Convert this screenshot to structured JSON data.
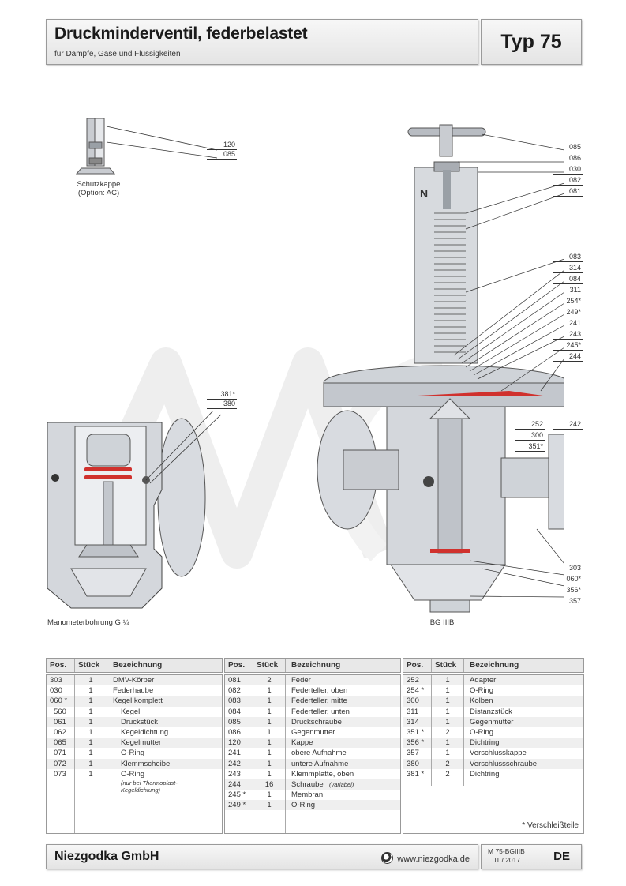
{
  "header": {
    "title": "Druckminderventil, federbelastet",
    "subtitle": "für Dämpfe, Gase und Flüssigkeiten",
    "type_label": "Typ 75"
  },
  "drawings": {
    "schutzkappe": {
      "caption_line1": "Schutzkappe",
      "caption_line2": "(Option: AC)",
      "callouts": [
        "120",
        "085"
      ]
    },
    "manometer": {
      "caption": "Manometerbohrung G ¼",
      "callouts": [
        "381*",
        "380"
      ]
    },
    "main": {
      "caption": "BG IIIB",
      "callouts_top": [
        "085",
        "086",
        "030",
        "082",
        "081"
      ],
      "callouts_middle": [
        "083",
        "314",
        "084",
        "311",
        "254*",
        "249*",
        "241",
        "243",
        "245*",
        "244"
      ],
      "callouts_flange": [
        "252",
        "300",
        "351*",
        "242"
      ],
      "callouts_bottom": [
        "303",
        "060*",
        "356*",
        "357"
      ]
    }
  },
  "table": {
    "headers": {
      "pos": "Pos.",
      "qty": "Stück",
      "desc": "Bezeichnung"
    },
    "columns": [
      {
        "rows": [
          {
            "pos": "303",
            "qty": "1",
            "desc": "DMV-Körper",
            "indent": false
          },
          {
            "pos": "030",
            "qty": "1",
            "desc": "Federhaube",
            "indent": false
          },
          {
            "pos": "060 *",
            "qty": "1",
            "desc": "Kegel komplett",
            "indent": false
          },
          {
            "pos": "560",
            "qty": "1",
            "desc": "Kegel",
            "indent": true
          },
          {
            "pos": "061",
            "qty": "1",
            "desc": "Druckstück",
            "indent": true
          },
          {
            "pos": "062",
            "qty": "1",
            "desc": "Kegeldichtung",
            "indent": true
          },
          {
            "pos": "065",
            "qty": "1",
            "desc": "Kegelmutter",
            "indent": true
          },
          {
            "pos": "071",
            "qty": "1",
            "desc": "O-Ring",
            "indent": true
          },
          {
            "pos": "072",
            "qty": "1",
            "desc": "Klemmscheibe",
            "indent": true
          },
          {
            "pos": "073",
            "qty": "1",
            "desc": "O-Ring",
            "indent": true,
            "note": "(nur bei Thermoplast-Kegeldichtung)"
          }
        ]
      },
      {
        "rows": [
          {
            "pos": "081",
            "qty": "2",
            "desc": "Feder"
          },
          {
            "pos": "082",
            "qty": "1",
            "desc": "Federteller, oben"
          },
          {
            "pos": "083",
            "qty": "1",
            "desc": "Federteller, mitte"
          },
          {
            "pos": "084",
            "qty": "1",
            "desc": "Federteller, unten"
          },
          {
            "pos": "085",
            "qty": "1",
            "desc": "Druckschraube"
          },
          {
            "pos": "086",
            "qty": "1",
            "desc": "Gegenmutter"
          },
          {
            "pos": "120",
            "qty": "1",
            "desc": "Kappe"
          },
          {
            "pos": "241",
            "qty": "1",
            "desc": "obere Aufnahme"
          },
          {
            "pos": "242",
            "qty": "1",
            "desc": "untere Aufnahme"
          },
          {
            "pos": "243",
            "qty": "1",
            "desc": "Klemmplatte, oben"
          },
          {
            "pos": "244",
            "qty": "16",
            "desc": "Schraube",
            "note": "(variabel)"
          },
          {
            "pos": "245 *",
            "qty": "1",
            "desc": "Membran"
          },
          {
            "pos": "249 *",
            "qty": "1",
            "desc": "O-Ring"
          }
        ]
      },
      {
        "rows": [
          {
            "pos": "252",
            "qty": "1",
            "desc": "Adapter"
          },
          {
            "pos": "254 *",
            "qty": "1",
            "desc": "O-Ring"
          },
          {
            "pos": "300",
            "qty": "1",
            "desc": "Kolben"
          },
          {
            "pos": "311",
            "qty": "1",
            "desc": "Distanzstück"
          },
          {
            "pos": "314",
            "qty": "1",
            "desc": "Gegenmutter"
          },
          {
            "pos": "351 *",
            "qty": "2",
            "desc": "O-Ring"
          },
          {
            "pos": "356 *",
            "qty": "1",
            "desc": "Dichtring"
          },
          {
            "pos": "357",
            "qty": "1",
            "desc": "Verschlusskappe"
          },
          {
            "pos": "380",
            "qty": "2",
            "desc": "Verschlussschraube"
          },
          {
            "pos": "381 *",
            "qty": "2",
            "desc": "Dichtring"
          }
        ]
      }
    ],
    "footnote": "* Verschleißteile"
  },
  "footer": {
    "company": "Niezgodka GmbH",
    "url": "www.niezgodka.de",
    "doc_code": "M 75-BGIIIB",
    "date": "01 / 2017",
    "language": "DE"
  },
  "colors": {
    "seal_red": "#d0312d",
    "steel": "#c9ccd1"
  }
}
